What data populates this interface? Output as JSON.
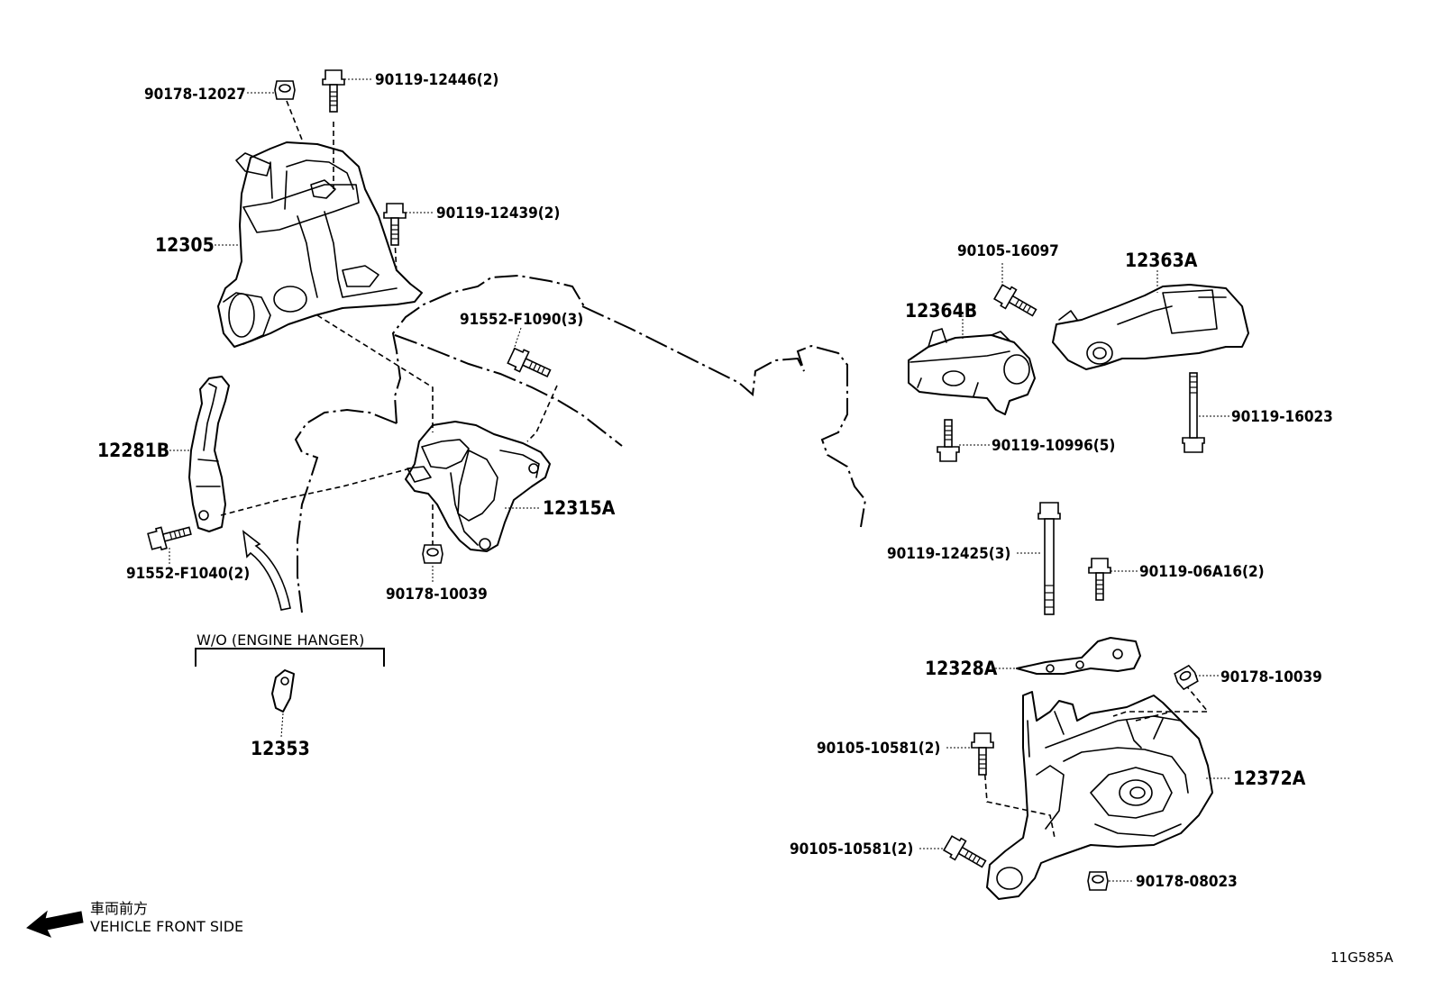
{
  "parts": {
    "p90178_12027": "90178-12027",
    "p90119_12446": "90119-12446(2)",
    "p90119_12439": "90119-12439(2)",
    "p12305": "12305",
    "p91552_F1090": "91552-F1090(3)",
    "p12281B": "12281B",
    "p91552_F1040": "91552-F1040(2)",
    "p12315A": "12315A",
    "p90178_10039_a": "90178-10039",
    "p12353": "12353",
    "p90105_16097": "90105-16097",
    "p12363A": "12363A",
    "p12364B": "12364B",
    "p90119_16023": "90119-16023",
    "p90119_10996": "90119-10996(5)",
    "p90119_12425": "90119-12425(3)",
    "p90119_06A16": "90119-06A16(2)",
    "p12328A": "12328A",
    "p90178_10039_b": "90178-10039",
    "p90105_10581_a": "90105-10581(2)",
    "p12372A": "12372A",
    "p90105_10581_b": "90105-10581(2)",
    "p90178_08023": "90178-08023"
  },
  "notes": {
    "engine_hanger": "W/O (ENGINE HANGER)",
    "front_jp": "車両前方",
    "front_en": "VEHICLE FRONT SIDE",
    "diagram_code": "11G585A"
  }
}
